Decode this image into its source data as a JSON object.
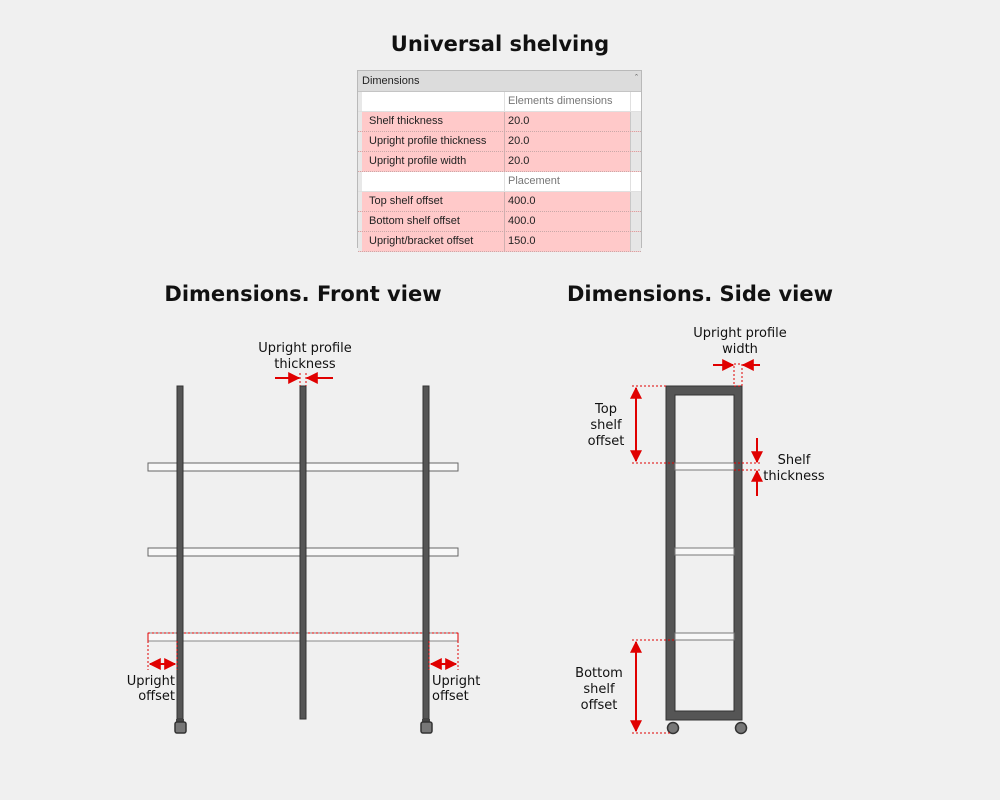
{
  "title": "Universal shelving",
  "panel": {
    "header": "Dimensions",
    "collapse_icon": "chevron-up-icon",
    "sections": [
      {
        "label": "Elements dimensions",
        "rows": [
          {
            "name": "Shelf thickness",
            "value": "20.0"
          },
          {
            "name": "Upright profile thickness",
            "value": "20.0"
          },
          {
            "name": "Upright profile width",
            "value": "20.0"
          }
        ]
      },
      {
        "label": "Placement",
        "rows": [
          {
            "name": "Top shelf offset",
            "value": "400.0"
          },
          {
            "name": "Bottom shelf offset",
            "value": "400.0"
          },
          {
            "name": "Upright/bracket offset",
            "value": "150.0"
          }
        ]
      }
    ],
    "highlight_color": "#ffc9c9"
  },
  "front_view": {
    "title": "Dimensions.  Front view",
    "label_thickness_1": "Upright profile",
    "label_thickness_2": "thickness",
    "label_offset_left_1": "Upright",
    "label_offset_left_2": "offset",
    "label_offset_right_1": "Upright",
    "label_offset_right_2": "offset"
  },
  "side_view": {
    "title": "Dimensions. Side view",
    "label_width_1": "Upright profile",
    "label_width_2": "width",
    "label_top_1": "Top",
    "label_top_2": "shelf",
    "label_top_3": "offset",
    "label_shelf_1": "Shelf",
    "label_shelf_2": "thickness",
    "label_bottom_1": "Bottom",
    "label_bottom_2": "shelf",
    "label_bottom_3": "offset"
  },
  "colors": {
    "arrow": "#e00000",
    "upright": "#555555",
    "shelf_fill": "#f8f8f8"
  }
}
